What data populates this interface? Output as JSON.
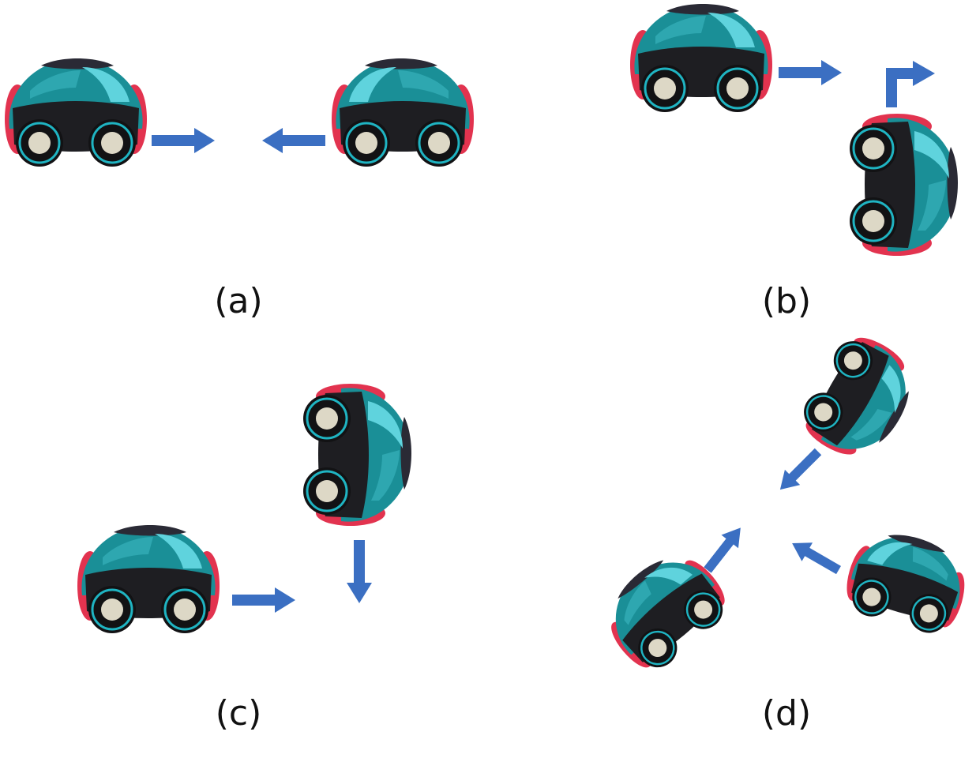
{
  "colors": {
    "background": "#ffffff",
    "car_body_teal": "#1a8f97",
    "car_window_light": "#5fd3dd",
    "car_window_dark": "#2a2a35",
    "car_chassis": "#1e1e22",
    "car_bumper_red": "#e2334f",
    "wheel_outer": "#121214",
    "wheel_ring": "#1fb4c2",
    "wheel_hub": "#ddd8c6",
    "arrow_blue": "#3b6fc2"
  },
  "panels": [
    {
      "id": "a",
      "caption": "(a)"
    },
    {
      "id": "b",
      "caption": "(b)"
    },
    {
      "id": "c",
      "caption": "(c)"
    },
    {
      "id": "d",
      "caption": "(d)"
    }
  ]
}
